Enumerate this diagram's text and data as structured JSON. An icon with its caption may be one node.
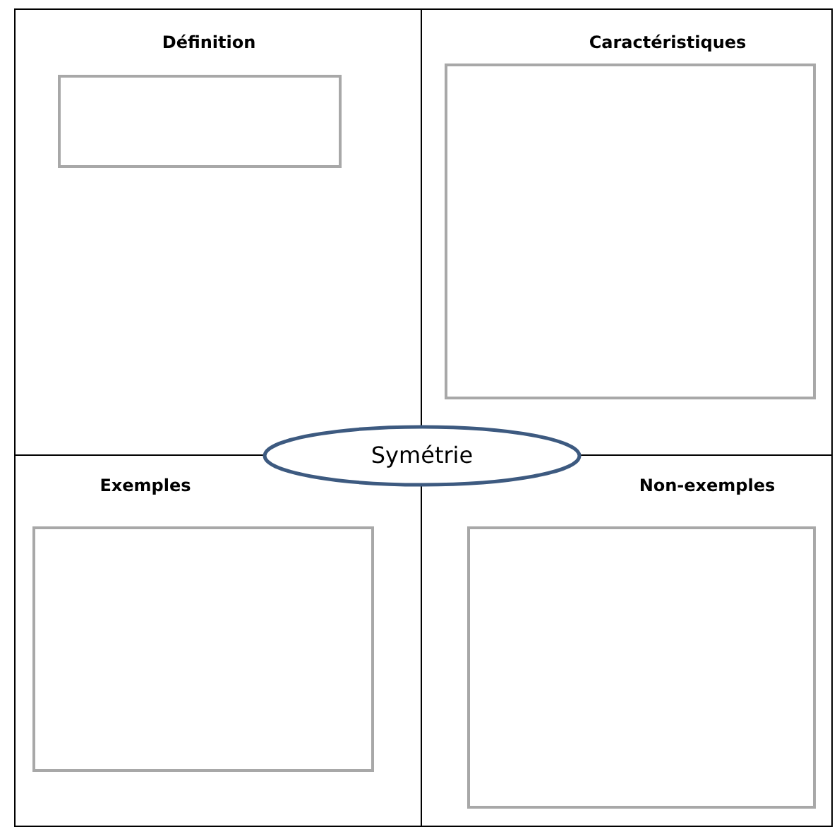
{
  "diagram": {
    "nodes": [
      {
        "text": [
          "Définition"
        ]
      },
      {
        "text": [],
        "shape": "box",
        "in": 0
      },
      {
        "text": [
          "Caractéristiques"
        ]
      },
      {
        "text": [],
        "shape": "box",
        "in": 2
      },
      {
        "text": [
          "Exemples"
        ]
      },
      {
        "text": [],
        "shape": "box",
        "in": 4
      },
      {
        "text": [
          "Non-exemples"
        ]
      },
      {
        "text": [],
        "shape": "box",
        "in": 6
      },
      {
        "text": [
          "Symétrie"
        ]
      }
    ]
  }
}
